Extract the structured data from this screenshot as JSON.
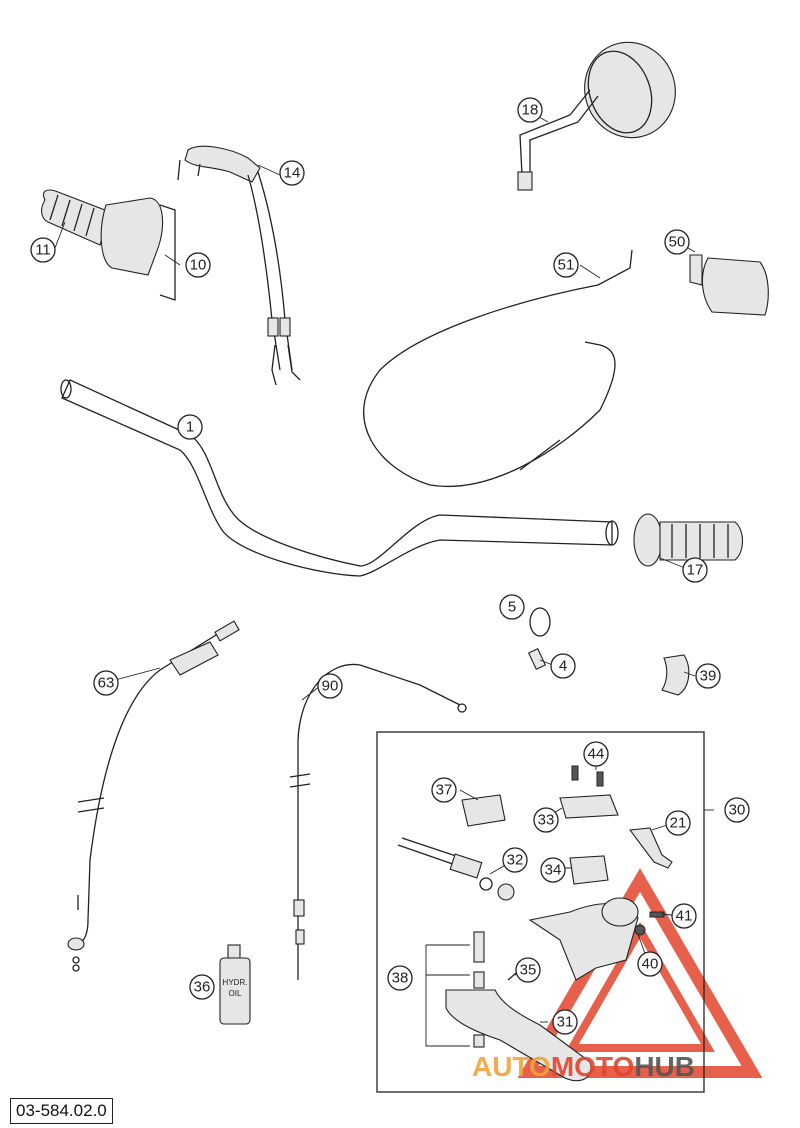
{
  "document_number": "03-584.02.0",
  "watermark": {
    "part1": "AUTO",
    "part2": "MOTO",
    "part3": "HUB",
    "color_main": "#e2452c",
    "color_orange": "#f3a23a",
    "color_dark": "#555555"
  },
  "callouts": [
    {
      "id": "c1",
      "label": "1"
    },
    {
      "id": "c4",
      "label": "4"
    },
    {
      "id": "c5",
      "label": "5"
    },
    {
      "id": "c10",
      "label": "10"
    },
    {
      "id": "c11",
      "label": "11"
    },
    {
      "id": "c14",
      "label": "14"
    },
    {
      "id": "c17",
      "label": "17"
    },
    {
      "id": "c18",
      "label": "18"
    },
    {
      "id": "c21",
      "label": "21"
    },
    {
      "id": "c30",
      "label": "30"
    },
    {
      "id": "c31",
      "label": "31"
    },
    {
      "id": "c32",
      "label": "32"
    },
    {
      "id": "c33",
      "label": "33"
    },
    {
      "id": "c34",
      "label": "34"
    },
    {
      "id": "c35",
      "label": "35"
    },
    {
      "id": "c36",
      "label": "36"
    },
    {
      "id": "c37",
      "label": "37"
    },
    {
      "id": "c38",
      "label": "38"
    },
    {
      "id": "c39",
      "label": "39"
    },
    {
      "id": "c40",
      "label": "40"
    },
    {
      "id": "c41",
      "label": "41"
    },
    {
      "id": "c44",
      "label": "44"
    },
    {
      "id": "c50",
      "label": "50"
    },
    {
      "id": "c51",
      "label": "51"
    },
    {
      "id": "c63",
      "label": "63"
    },
    {
      "id": "c90",
      "label": "90"
    }
  ],
  "bottle_text": {
    "line1": "HYDR.",
    "line2": "OIL"
  }
}
